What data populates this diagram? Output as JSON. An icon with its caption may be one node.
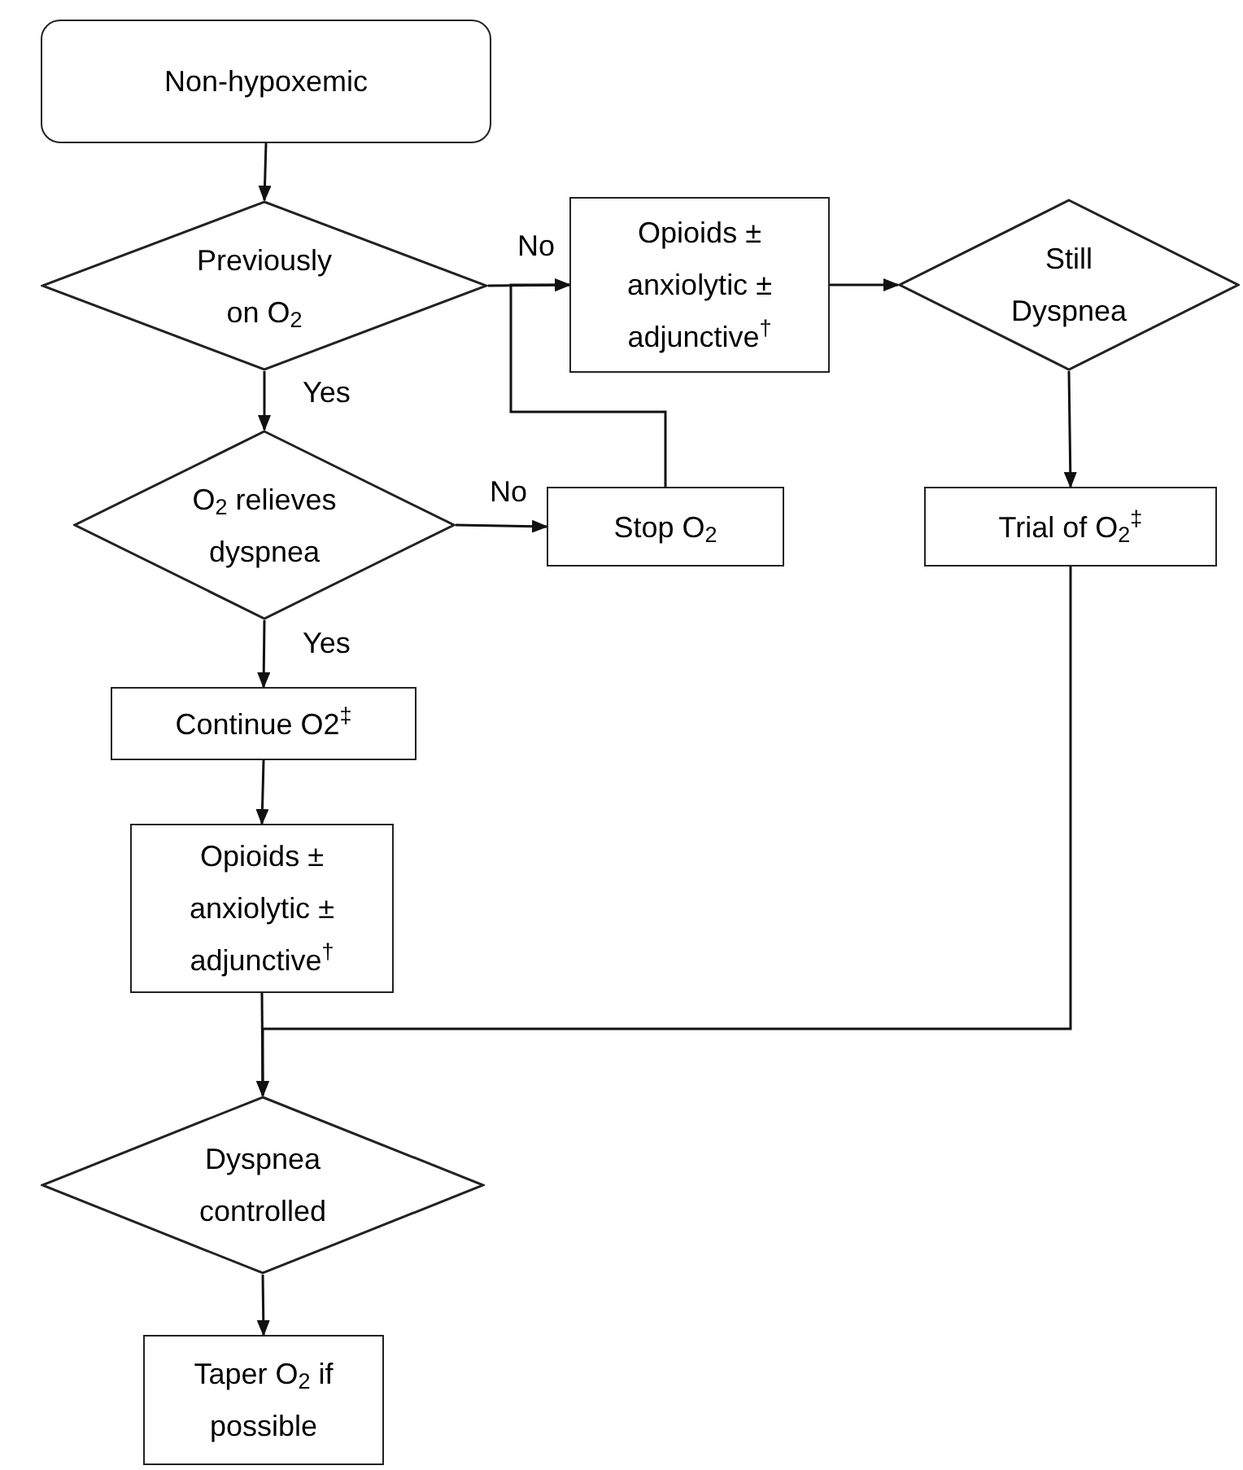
{
  "diagram": {
    "nodes": [
      {
        "text": [
          "Non-hypoxemic"
        ]
      },
      {
        "text": [
          "Previously on O$_{2}$"
        ]
      },
      {
        "text": [
          "Opioids ± anxiolytic ± adjunctive$^{†}$"
        ]
      },
      {
        "text": [
          "Still Dyspnea"
        ]
      },
      {
        "text": [
          "O$_{2}$ relieves dyspnea"
        ]
      },
      {
        "text": [
          "Stop O$_{2}$"
        ]
      },
      {
        "text": [
          "Trial of O$_{2}$$^{‡}$"
        ]
      },
      {
        "text": [
          "Continue O2$^{‡}$"
        ]
      },
      {
        "text": [
          "Opioids ± anxiolytic ± adjunctive$^{†}$"
        ]
      },
      {
        "text": [
          "Dyspnea controlled"
        ]
      },
      {
        "text": [
          "Taper O$_{2}$ if possible"
        ]
      }
    ],
    "edges": [
      {
        "from": 0,
        "to": 1,
        "arrow": "to"
      },
      {
        "from": 1,
        "to": 2,
        "arrow": "to",
        "label": "No"
      },
      {
        "from": 2,
        "to": 3,
        "arrow": "to"
      },
      {
        "from": 1,
        "to": 4,
        "arrow": "to",
        "label": "Yes"
      },
      {
        "from": 4,
        "to": 5,
        "arrow": "to",
        "label": "No"
      },
      {
        "from": 5,
        "to": 2,
        "arrow": "to"
      },
      {
        "from": 3,
        "to": 6,
        "arrow": "to"
      },
      {
        "from": 4,
        "to": 7,
        "arrow": "to",
        "label": "Yes"
      },
      {
        "from": 7,
        "to": 8,
        "arrow": "to"
      },
      {
        "from": 6,
        "to": 9,
        "arrow": "to"
      },
      {
        "from": 8,
        "to": 9,
        "arrow": "to"
      },
      {
        "from": 9,
        "to": 10,
        "arrow": "to"
      }
    ]
  }
}
